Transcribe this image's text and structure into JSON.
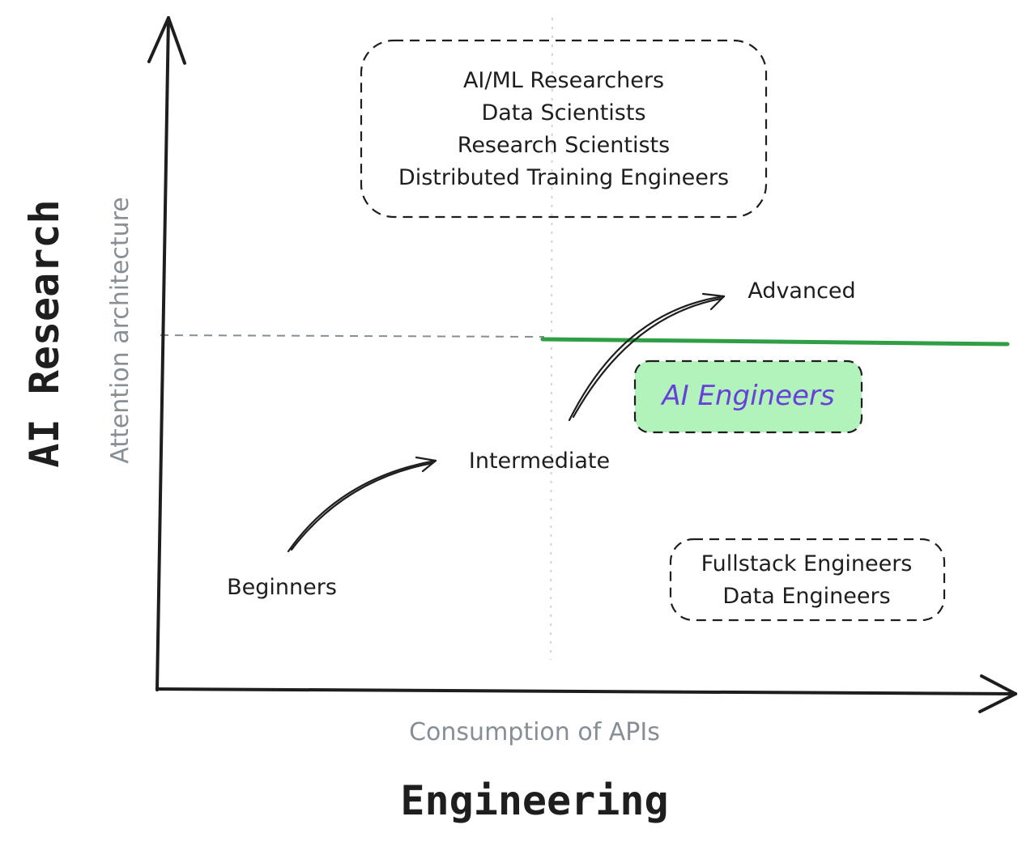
{
  "axes": {
    "y_title": "AI Research",
    "x_title": "Engineering",
    "y_subtitle": "Attention architecture",
    "x_subtitle": "Consumption of APIs"
  },
  "research_group": {
    "lines": [
      "AI/ML Researchers",
      "Data Scientists",
      "Research Scientists",
      "Distributed Training Engineers"
    ]
  },
  "engineering_group": {
    "lines": [
      "Fullstack Engineers",
      "Data Engineers"
    ]
  },
  "highlight": {
    "label": "AI Engineers",
    "fill_color": "#b2f2bb",
    "text_color": "#6741d9"
  },
  "stages": {
    "beginners": "Beginners",
    "intermediate": "Intermediate",
    "advanced": "Advanced"
  },
  "colors": {
    "stroke": "#1e1e1e",
    "guide": "#868e96",
    "threshold": "#2f9e44"
  }
}
